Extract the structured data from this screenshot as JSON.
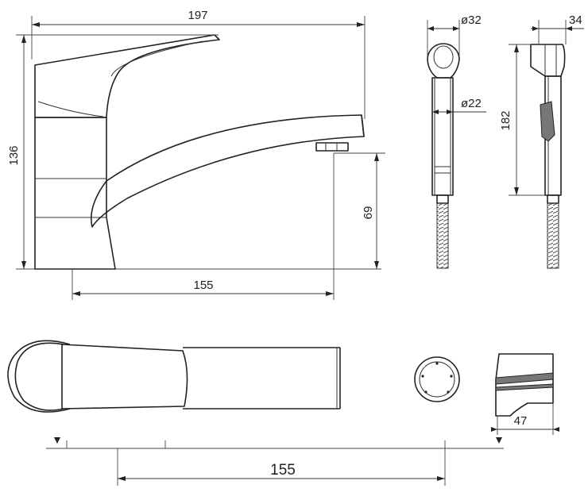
{
  "dimensions": {
    "overall_length": "197",
    "overall_height": "136",
    "spout_height": "69",
    "spout_reach_side": "155",
    "spout_reach_top": "155",
    "handshower_head_dia": "ø32",
    "handshower_handle_dia": "ø22",
    "handshower_length": "182",
    "handshower_depth": "34",
    "holder_width": "47"
  },
  "colors": {
    "line": "#222222",
    "background": "#ffffff"
  }
}
